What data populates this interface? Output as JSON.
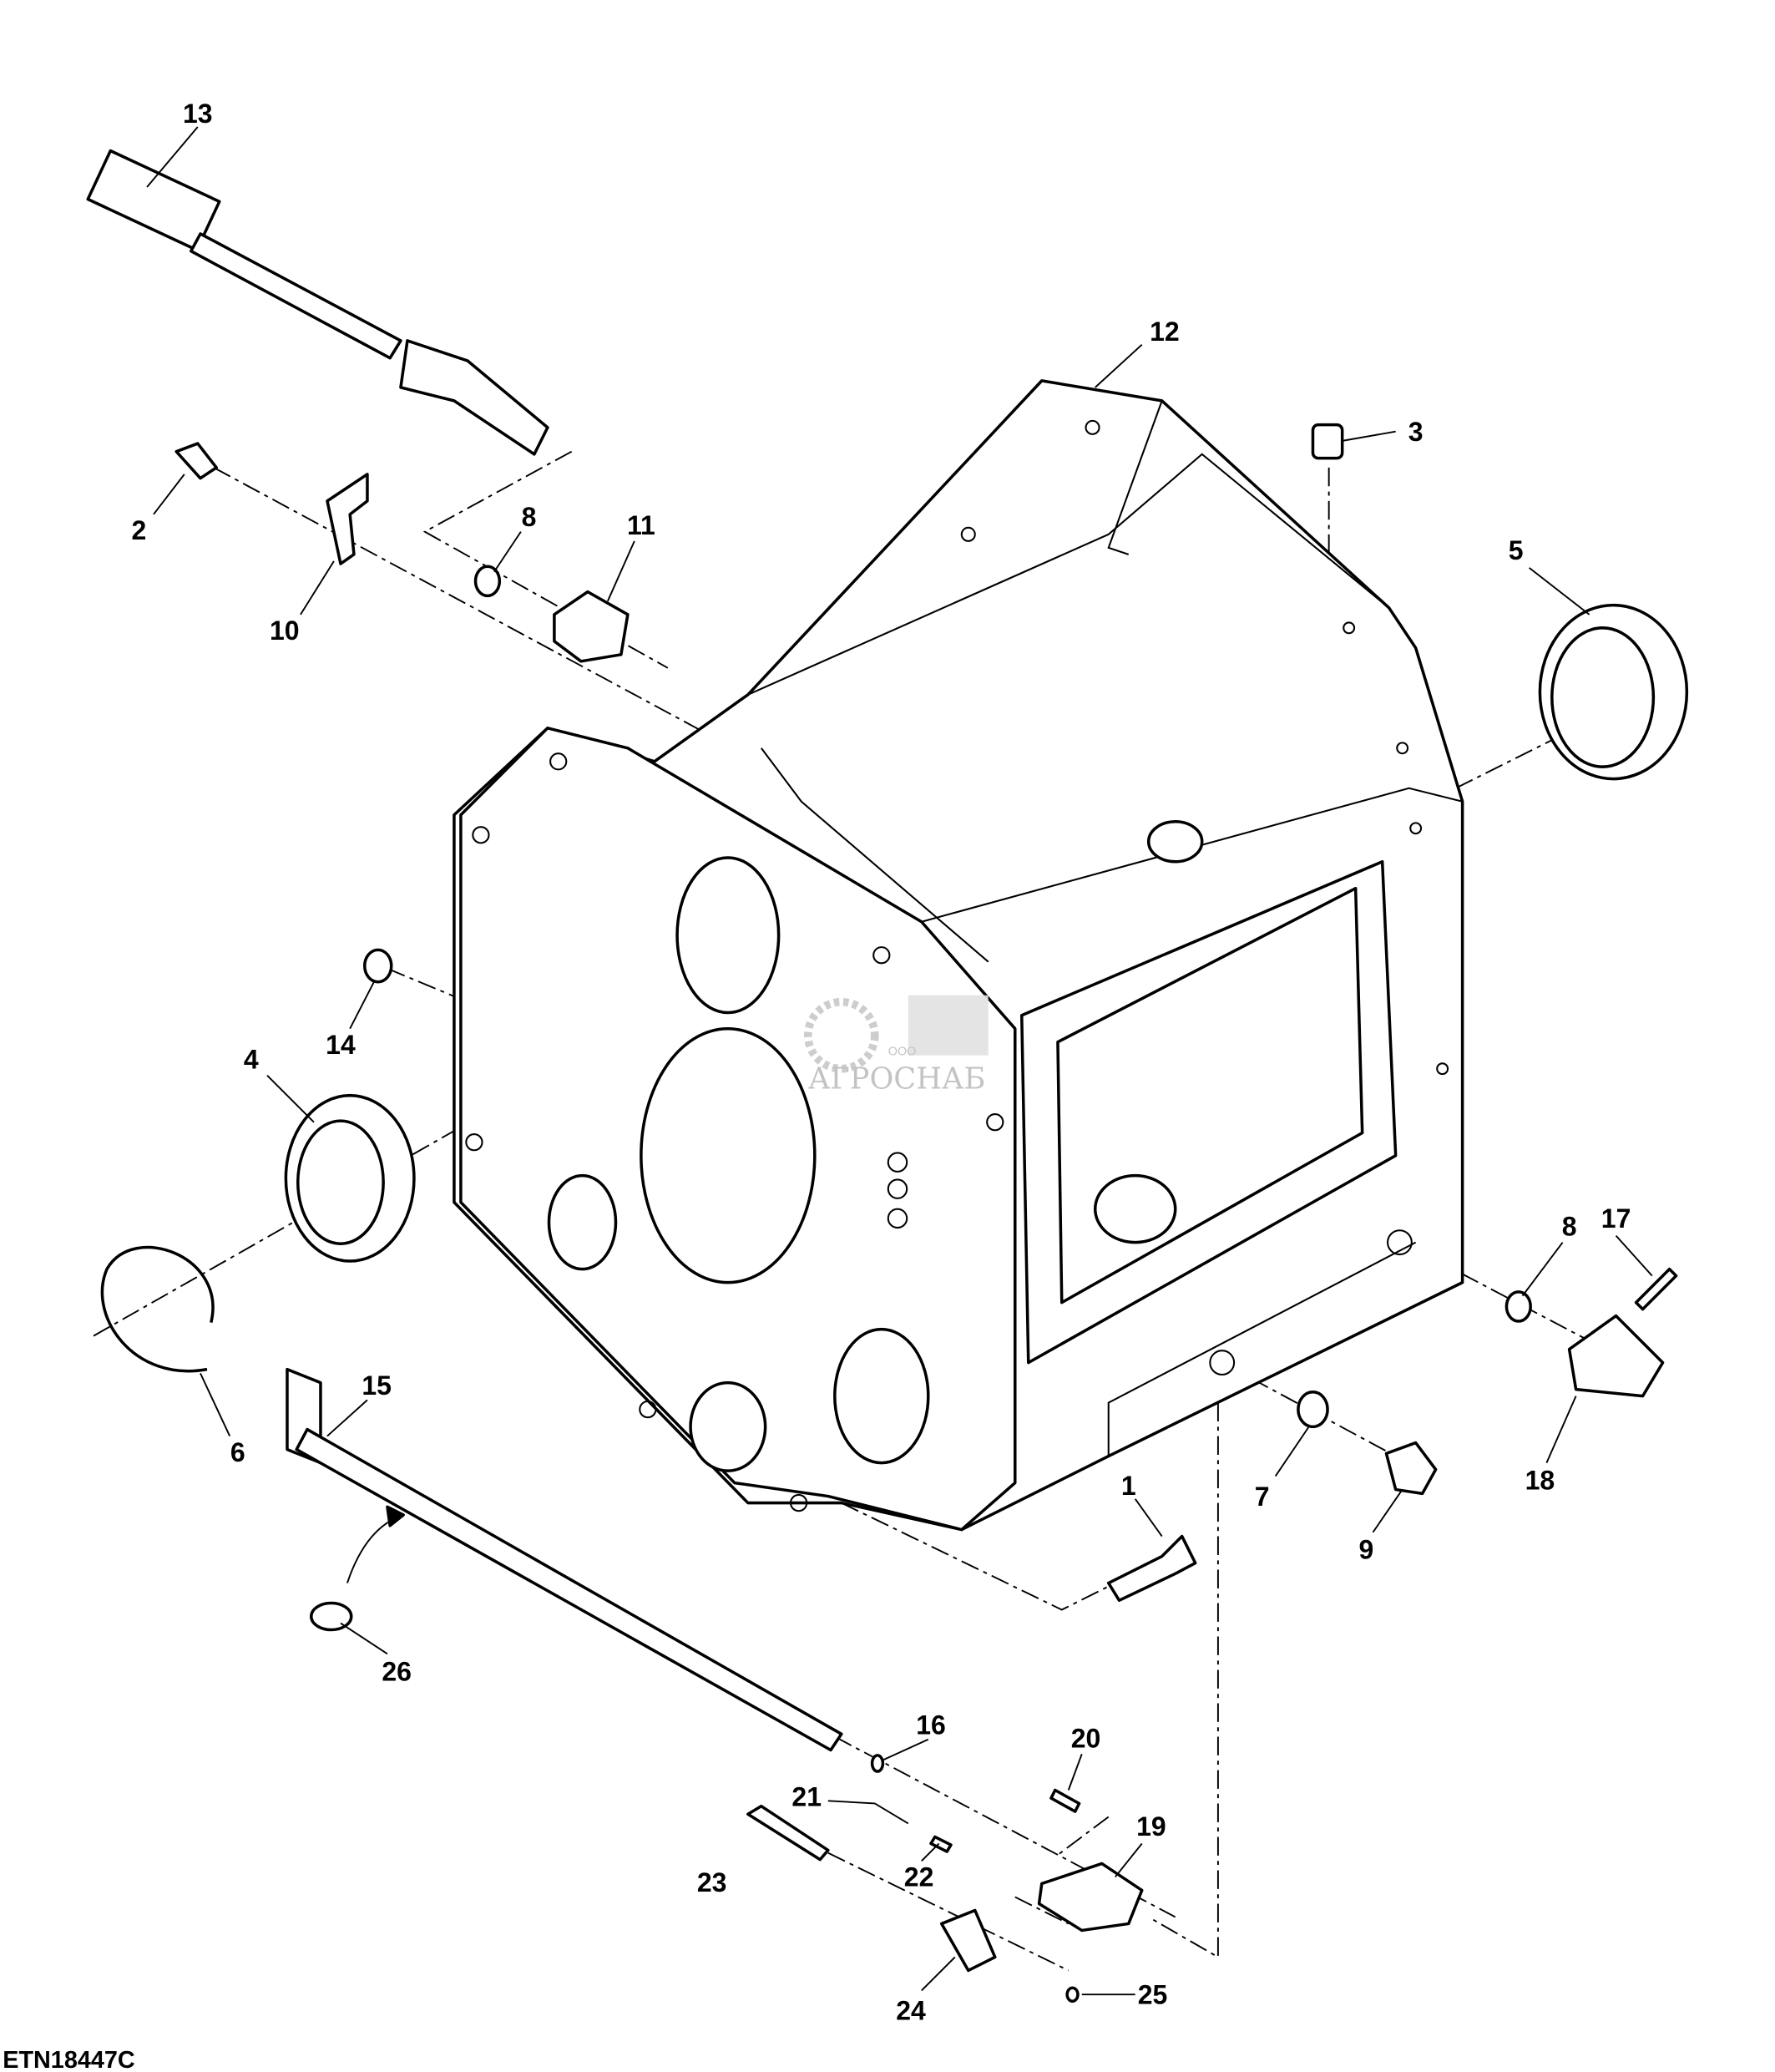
{
  "figure_id": "ETN18447C",
  "watermark": {
    "prefix": "ООО",
    "name": "АГРОСНАБ"
  },
  "callouts": {
    "c1": "1",
    "c2": "2",
    "c3": "3",
    "c4": "4",
    "c5": "5",
    "c6": "6",
    "c7": "7",
    "c8a": "8",
    "c8b": "8",
    "c9": "9",
    "c10": "10",
    "c11": "11",
    "c12": "12",
    "c13": "13",
    "c14": "14",
    "c15": "15",
    "c16": "16",
    "c17": "17",
    "c18": "18",
    "c19": "19",
    "c20": "20",
    "c21": "21",
    "c22": "22",
    "c23": "23",
    "c24": "24",
    "c25": "25",
    "c26": "26"
  }
}
